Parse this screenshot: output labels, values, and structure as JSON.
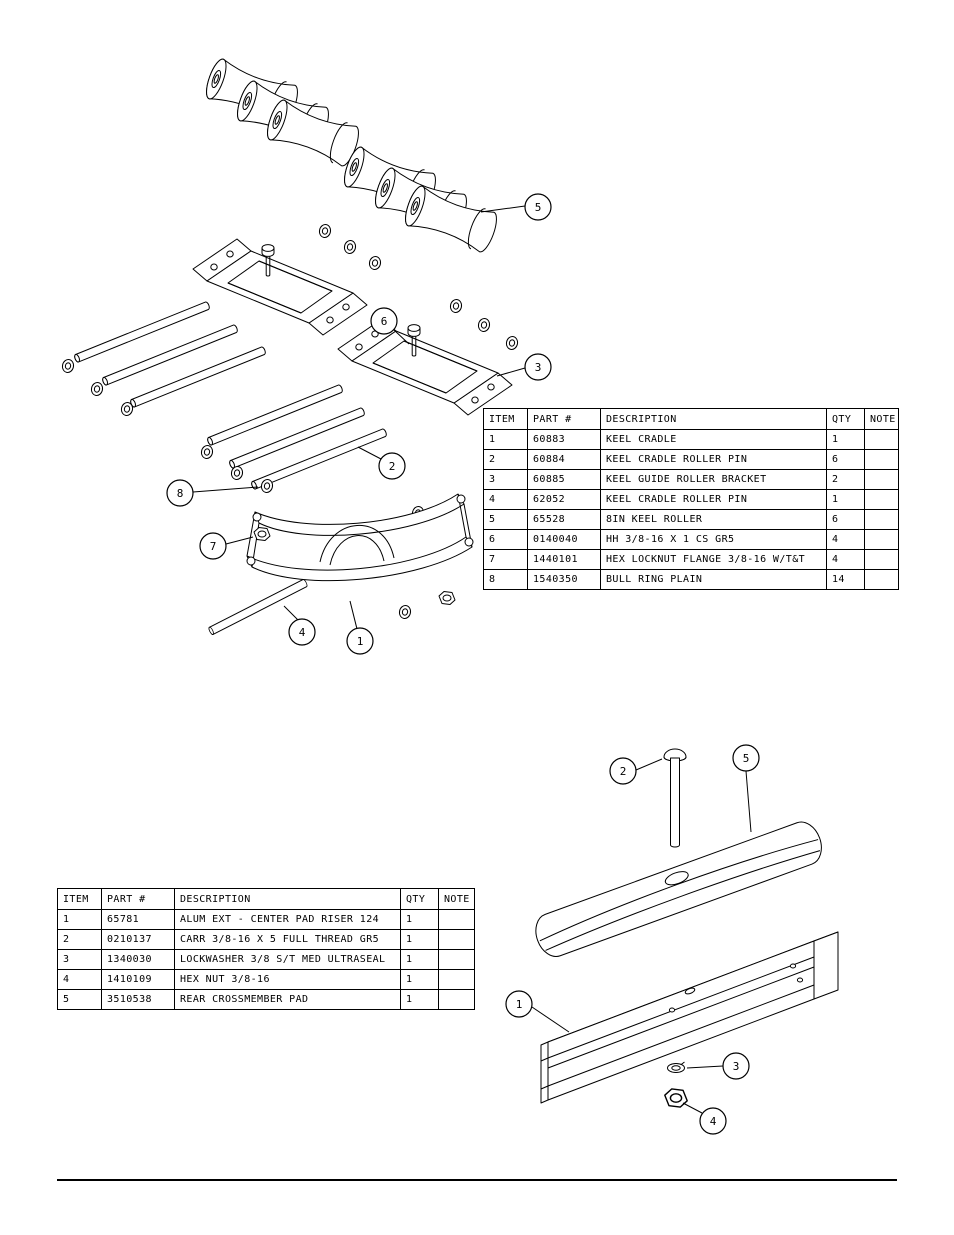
{
  "diagrams": {
    "keel_cradle_assembly": {
      "callouts": [
        {
          "label": "5"
        },
        {
          "label": "6"
        },
        {
          "label": "3"
        },
        {
          "label": "2"
        },
        {
          "label": "8"
        },
        {
          "label": "7"
        },
        {
          "label": "4"
        },
        {
          "label": "1"
        }
      ]
    },
    "rear_crossmember_assembly": {
      "callouts": [
        {
          "label": "2"
        },
        {
          "label": "5"
        },
        {
          "label": "1"
        },
        {
          "label": "3"
        },
        {
          "label": "4"
        }
      ]
    }
  },
  "tables": {
    "keel_cradle": {
      "headers": [
        "ITEM",
        "PART #",
        "DESCRIPTION",
        "QTY",
        "NOTE"
      ],
      "rows": [
        [
          "1",
          "60883",
          "KEEL CRADLE",
          "1",
          ""
        ],
        [
          "2",
          "60884",
          "KEEL CRADLE ROLLER PIN",
          "6",
          ""
        ],
        [
          "3",
          "60885",
          "KEEL GUIDE ROLLER BRACKET",
          "2",
          ""
        ],
        [
          "4",
          "62052",
          "KEEL CRADLE ROLLER PIN",
          "1",
          ""
        ],
        [
          "5",
          "65528",
          "8IN KEEL ROLLER",
          "6",
          ""
        ],
        [
          "6",
          "0140040",
          "HH 3/8-16 X 1 CS GR5",
          "4",
          ""
        ],
        [
          "7",
          "1440101",
          "HEX LOCKNUT FLANGE 3/8-16 W/T&T",
          "4",
          ""
        ],
        [
          "8",
          "1540350",
          "BULL RING PLAIN",
          "14",
          ""
        ]
      ]
    },
    "rear_crossmember": {
      "headers": [
        "ITEM",
        "PART #",
        "DESCRIPTION",
        "QTY",
        "NOTE"
      ],
      "rows": [
        [
          "1",
          "65781",
          "ALUM EXT - CENTER PAD RISER 124",
          "1",
          ""
        ],
        [
          "2",
          "0210137",
          "CARR 3/8-16 X 5 FULL THREAD GR5",
          "1",
          ""
        ],
        [
          "3",
          "1340030",
          "LOCKWASHER 3/8 S/T MED ULTRASEAL",
          "1",
          ""
        ],
        [
          "4",
          "1410109",
          "HEX NUT 3/8-16",
          "1",
          ""
        ],
        [
          "5",
          "3510538",
          "REAR CROSSMEMBER PAD",
          "1",
          ""
        ]
      ]
    }
  }
}
